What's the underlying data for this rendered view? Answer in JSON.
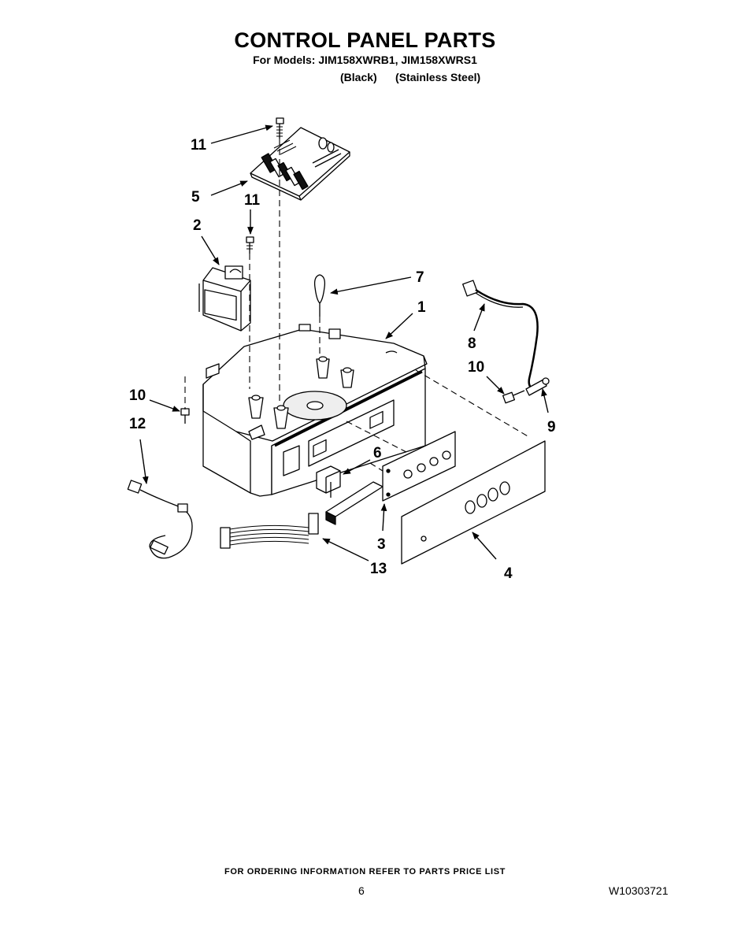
{
  "header": {
    "title": "CONTROL PANEL PARTS",
    "subtitle": "For Models: JIM158XWRB1, JIM158XWRS1",
    "variant_black": "(Black)",
    "variant_stainless": "(Stainless Steel)"
  },
  "callouts": {
    "c1": "1",
    "c2": "2",
    "c3": "3",
    "c4": "4",
    "c5": "5",
    "c6": "6",
    "c7": "7",
    "c8": "8",
    "c9": "9",
    "c10a": "10",
    "c10b": "10",
    "c11a": "11",
    "c11b": "11",
    "c12": "12",
    "c13": "13"
  },
  "footer": {
    "ordering_note": "FOR ORDERING INFORMATION REFER TO PARTS PRICE LIST",
    "page_number": "6",
    "document_number": "W10303721"
  }
}
